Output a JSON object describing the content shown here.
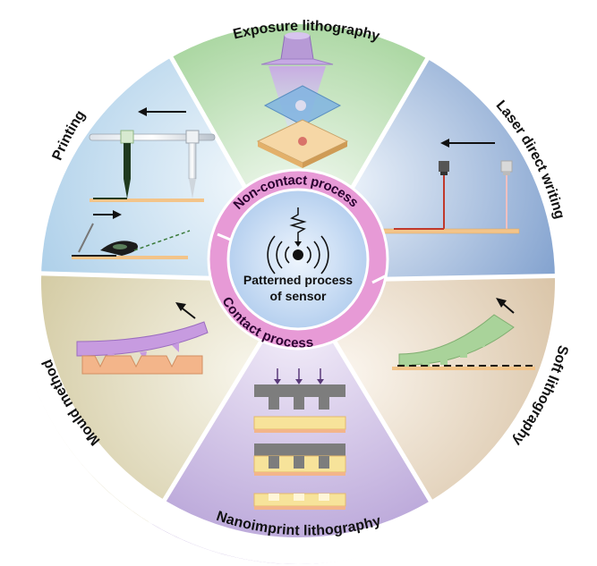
{
  "segments": {
    "exposure_lithography": "Exposure lithography",
    "laser_direct_writing": "Laser direct writing",
    "soft_lithography": "Soft lithography",
    "nanoimprint_lithography": "Nanoimprint lithography",
    "mould_method": "Mould method",
    "printing": "Printing"
  },
  "ring": {
    "non_contact": "Non-contact process",
    "contact": "Contact process"
  },
  "center": {
    "line1": "Patterned process",
    "line2": "of sensor"
  },
  "colors": {
    "exposure_bg": "#cfe8c8",
    "laser_bg": "#b5cbe6",
    "soft_bg": "#e9dccb",
    "nano_bg": "#d6cbe6",
    "mould_bg": "#e6e1c9",
    "printing_bg": "#cfe4f2",
    "ring": "#e79ad6",
    "center_fill": "#c7dcf3",
    "substrate": "#f3c489",
    "mould_purple": "#c79be0",
    "soft_green": "#a9d39a",
    "stamp_gray": "#7d7d7d",
    "resist_yellow": "#f7e39a"
  }
}
